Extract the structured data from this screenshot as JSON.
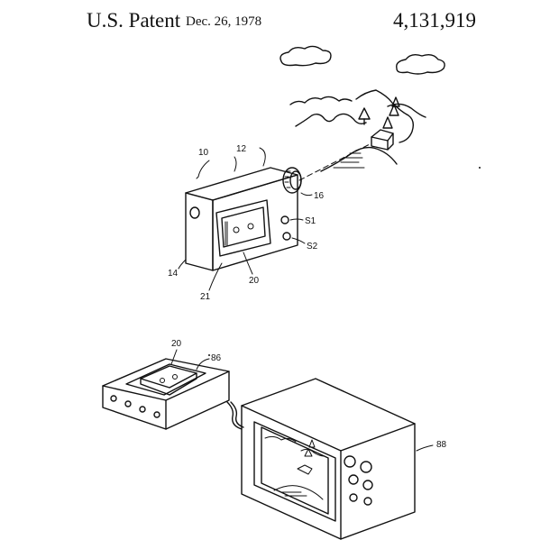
{
  "header": {
    "title": "U.S. Patent",
    "date": "Dec. 26, 1978",
    "patent_number": "4,131,919"
  },
  "labels": {
    "camera": "10",
    "housing": "12",
    "lens": "16",
    "switch1": "S1",
    "switch2": "S2",
    "side": "14",
    "cartridge": "20",
    "window": "21",
    "cartridge_player": "20",
    "player": "86",
    "monitor": "88"
  }
}
